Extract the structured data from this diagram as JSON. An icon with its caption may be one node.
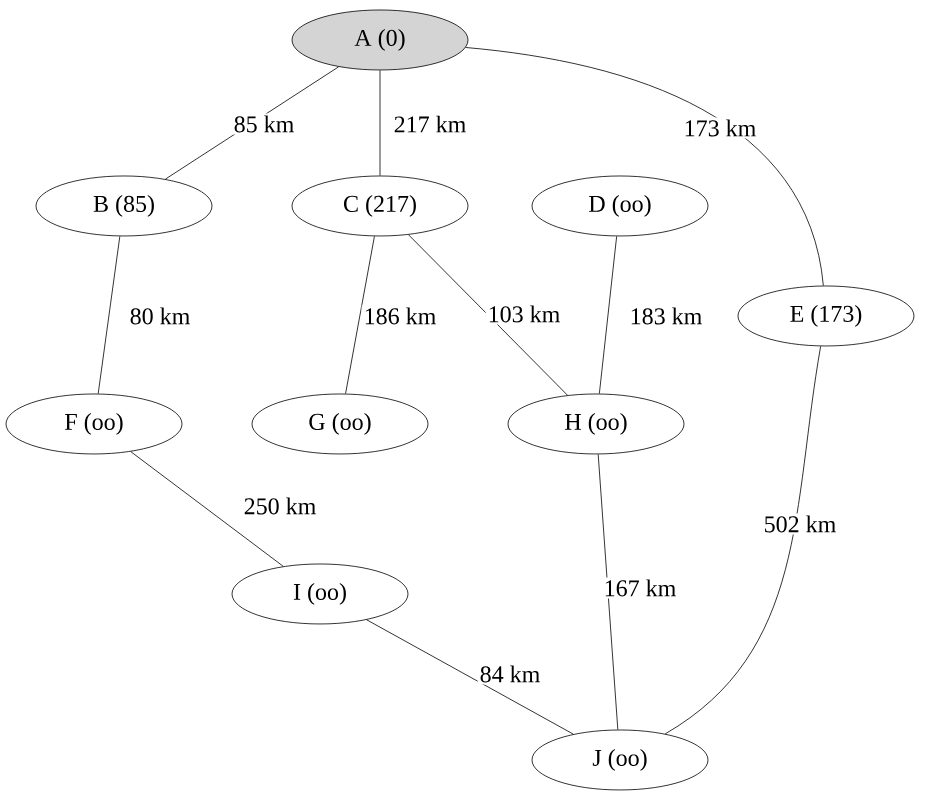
{
  "diagram": {
    "nodes": [
      {
        "text": [
          "A (0)"
        ]
      },
      {
        "text": [
          "B (85)"
        ]
      },
      {
        "text": [
          "C (217)"
        ]
      },
      {
        "text": [
          "D (oo)"
        ]
      },
      {
        "text": [
          "E (173)"
        ]
      },
      {
        "text": [
          "F (oo)"
        ]
      },
      {
        "text": [
          "G (oo)"
        ]
      },
      {
        "text": [
          "H (oo)"
        ]
      },
      {
        "text": [
          "I (oo)"
        ]
      },
      {
        "text": [
          "J (oo)"
        ]
      }
    ],
    "edges": [
      {
        "from": 0,
        "to": 1,
        "arrow": "none",
        "label": "85 km"
      },
      {
        "from": 0,
        "to": 2,
        "arrow": "none",
        "label": "217 km"
      },
      {
        "from": 0,
        "to": 4,
        "arrow": "none",
        "label": "173 km"
      },
      {
        "from": 1,
        "to": 5,
        "arrow": "none",
        "label": "80 km"
      },
      {
        "from": 2,
        "to": 6,
        "arrow": "none",
        "label": "186 km"
      },
      {
        "from": 2,
        "to": 7,
        "arrow": "none",
        "label": "103 km"
      },
      {
        "from": 3,
        "to": 7,
        "arrow": "none",
        "label": "183 km"
      },
      {
        "from": 4,
        "to": 9,
        "arrow": "none",
        "label": "502 km"
      },
      {
        "from": 5,
        "to": 8,
        "arrow": "none",
        "label": "250 km"
      },
      {
        "from": 7,
        "to": 9,
        "arrow": "none",
        "label": "167 km"
      },
      {
        "from": 8,
        "to": 9,
        "arrow": "none",
        "label": "84 km"
      }
    ]
  }
}
